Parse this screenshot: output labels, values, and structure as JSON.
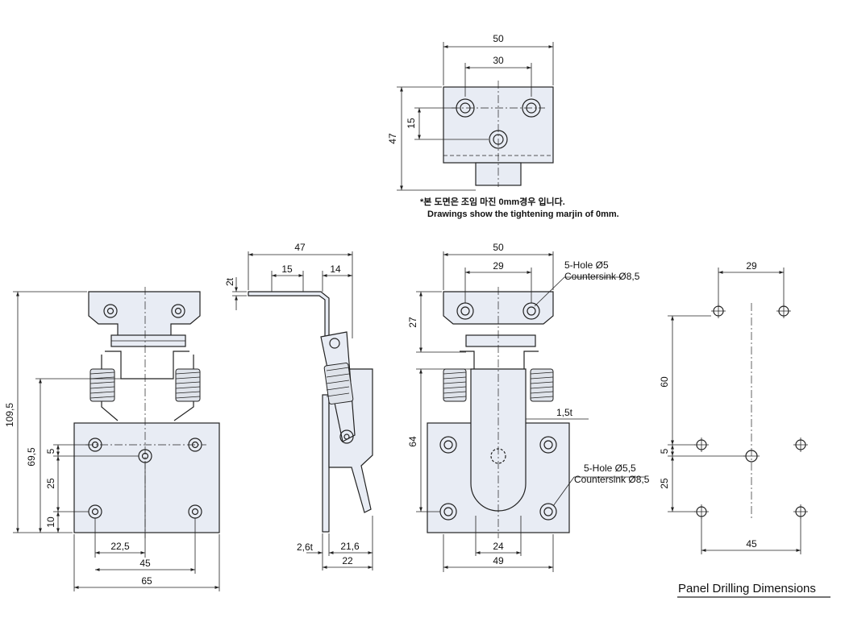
{
  "top_view": {
    "dims": [
      "50",
      "30",
      "15",
      "47"
    ],
    "note_ko": "*본 도면은 조임 마진 0mm경우 입니다.",
    "note_en": "Drawings show the tightening marjin of 0mm."
  },
  "front_view": {
    "dims": [
      "109,5",
      "69,5",
      "5",
      "25",
      "10",
      "22,5",
      "45",
      "65"
    ]
  },
  "side_view": {
    "dims": [
      "47",
      "2t",
      "15",
      "14",
      "2,6t",
      "21,6",
      "22"
    ]
  },
  "back_view": {
    "dims": [
      "50",
      "29",
      "27",
      "64",
      "1,5t",
      "24",
      "49"
    ],
    "hole_note_1": "5-Hole Ø5",
    "hole_note_1_cs": "Countersink Ø8,5",
    "hole_note_2": "5-Hole Ø5,5",
    "hole_note_2_cs": "Countersink Ø8,5"
  },
  "panel_drilling": {
    "dims": [
      "29",
      "60",
      "5",
      "25",
      "45"
    ],
    "caption": "Panel Drilling Dimensions"
  }
}
